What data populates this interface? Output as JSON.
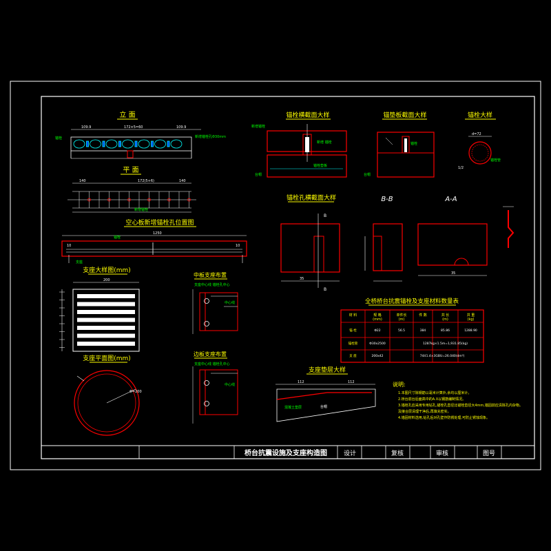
{
  "drawing": {
    "views": {
      "elevation": "立 面",
      "joint_section": "锚栓横截面大样",
      "pier_top_section": "锚垫板截面大样",
      "anchor_detail": "锚栓大样",
      "plan": "平 面",
      "anchor_hole_section": "锚栓孔横截面大样",
      "section_bb": "B-B",
      "section_aa": "A-A",
      "hollow_slab_layout": "空心板新增锚栓孔位置图",
      "bearing_detail": "支座大样图(mm)",
      "middle_bearing": "中板支座布置",
      "edge_bearing": "边板支座布置",
      "bearing_plan": "支座平面图(mm)",
      "bearing_pad_detail": "支座垫层大样"
    },
    "table": {
      "title": "全桥桥台抗震锚栓及支座材料数量表",
      "headers": [
        "材 料",
        "规 格\n(mm)",
        "单件长\n(m)",
        "件 数",
        "共 长\n(m)",
        "共 重\n(kg)"
      ],
      "rows": [
        [
          "锚 栓",
          "Φ22",
          "56.5",
          "384",
          "85.86",
          "1288.90"
        ],
        [
          "锚栓管",
          "Φ30x2500",
          "",
          "",
          "1287kg×1.5m=1,931.85(kg)",
          ""
        ],
        [
          "支 座",
          "200x42",
          "",
          "744",
          "1.4×3GBU=26.040(dm³)",
          ""
        ]
      ]
    },
    "notes": {
      "title": "说明:",
      "items": [
        "1.本图尺寸除钢筋以毫米计算外,余均以厘米计。",
        "2.桥台前台后面高中的A.X以钢筋编制情况。",
        "3.锚栓孔应采用专用钻孔,锚栓孔直径比锚栓直径大4mm,锚固前应清除孔内杂物。",
        "   及接合层清理干净后,再填充密实。",
        "4.锚固材料选用,钻孔后对孔壁作防锈处理,可防止锈蚀现象。"
      ]
    },
    "title_block": {
      "title": "桥台抗震设施及支座构造图",
      "design": "设计",
      "review": "复核",
      "audit": "审核",
      "drawing_no": "图号"
    },
    "dims": {
      "elev_total": "172×5=60",
      "elev_left": "109.9",
      "elev_right": "109.9",
      "plan_total": "172(5+6)",
      "plan_left": "140",
      "plan_right": "140",
      "slab_len": "1250",
      "slab_end_left": "10",
      "slab_end_right": "10",
      "bearing_size": "200",
      "bearing_dia": "Φ=200",
      "pad_left": "112",
      "pad_right": "112",
      "ab_dim": "35",
      "aa_dim": "35"
    }
  }
}
